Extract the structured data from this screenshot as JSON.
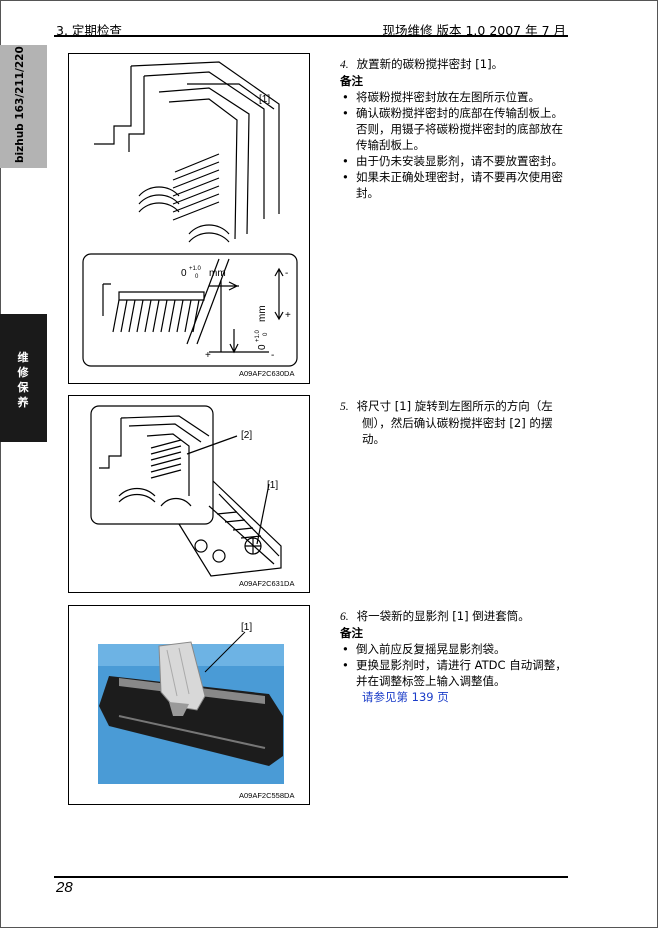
{
  "header": {
    "section": "3. 定期检查",
    "doc_info": "现场维修 版本 1.0 2007 年 7 月"
  },
  "sidebar": {
    "model": "bizhub 163/211/220",
    "section_tab": "维修保养"
  },
  "figures": [
    {
      "code": "A09AF2C630DA",
      "callout": "[1]",
      "dim_h": "0",
      "dim_h_sup": "+1.0",
      "dim_h_sub": "0",
      "dim_unit": "mm",
      "dim_v": "0",
      "dim_v_sup": "+1.0",
      "dim_v_sub": "0",
      "plus": "+",
      "minus": "-"
    },
    {
      "code": "A09AF2C631DA",
      "callout1": "[1]",
      "callout2": "[2]"
    },
    {
      "code": "A09AF2C558DA",
      "callout": "[1]"
    }
  ],
  "steps": [
    {
      "num": "4.",
      "text": "放置新的碳粉搅拌密封 [1]。",
      "note_title": "备注",
      "notes": [
        "将碳粉搅拌密封放在左图所示位置。",
        "确认碳粉搅拌密封的底部在传输刮板上。否则，用镊子将碳粉搅拌密封的底部放在传输刮板上。",
        "由于仍未安装显影剂，请不要放置密封。",
        "如果未正确处理密封，请不要再次使用密封。"
      ]
    },
    {
      "num": "5.",
      "text": "将尺寸 [1] 旋转到左图所示的方向（左侧），然后确认碳粉搅拌密封 [2] 的摆动。"
    },
    {
      "num": "6.",
      "text": "将一袋新的显影剂 [1] 倒进套筒。",
      "note_title": "备注",
      "notes": [
        "倒入前应反复摇晃显影剂袋。",
        "更换显影剂时，请进行 ATDC 自动调整，并在调整标签上输入调整值。"
      ],
      "link": "请参见第 139 页"
    }
  ],
  "footer": {
    "page_number": "28"
  }
}
